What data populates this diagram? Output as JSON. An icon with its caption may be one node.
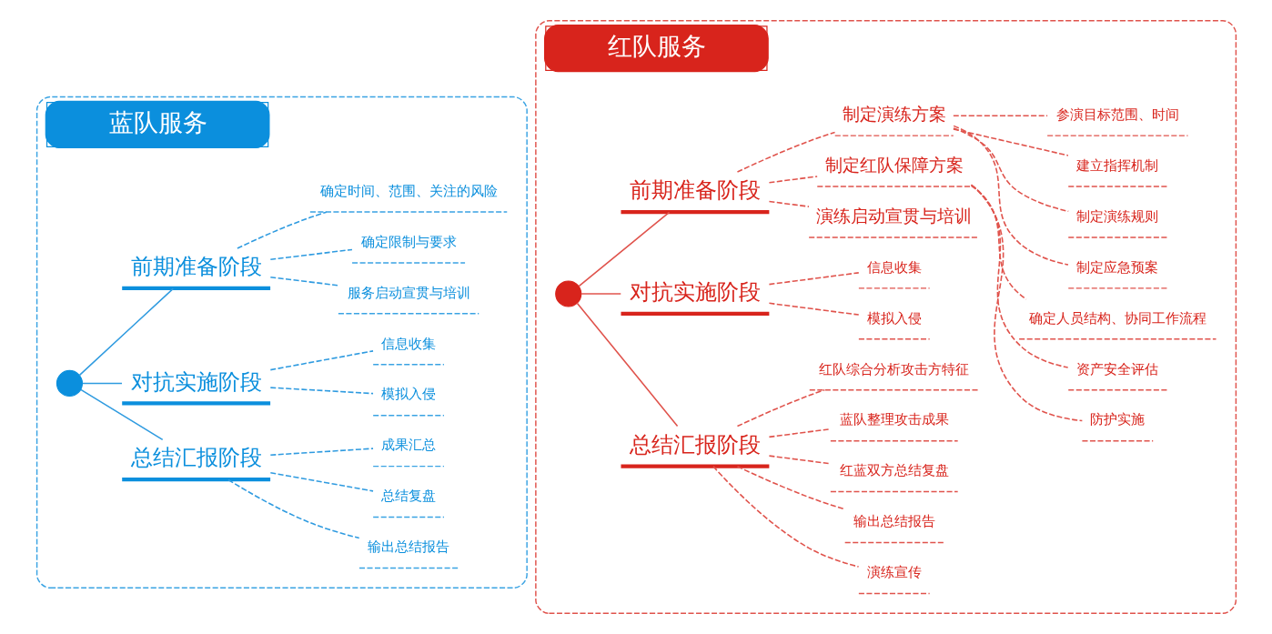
{
  "diagram": {
    "nodes": [
      {
        "text": [
          "蓝队服务"
        ]
      },
      {
        "text": [],
        "shape": "circle",
        "in": 0
      },
      {
        "text": [
          "前期准备阶段"
        ],
        "in": 0
      },
      {
        "text": [
          "确定时间、范围、关注的风险"
        ],
        "in": 0
      },
      {
        "text": [
          "确定限制与要求"
        ],
        "in": 0
      },
      {
        "text": [
          "服务启动宣贯与培训"
        ],
        "in": 0
      },
      {
        "text": [
          "对抗实施阶段"
        ],
        "in": 0
      },
      {
        "text": [
          "信息收集"
        ],
        "in": 0
      },
      {
        "text": [
          "模拟入侵"
        ],
        "in": 0
      },
      {
        "text": [
          "总结汇报阶段"
        ],
        "in": 0
      },
      {
        "text": [
          "成果汇总"
        ],
        "in": 0
      },
      {
        "text": [
          "总结复盘"
        ],
        "in": 0
      },
      {
        "text": [
          "输出总结报告"
        ],
        "in": 0
      },
      {
        "text": [
          "红队服务"
        ]
      },
      {
        "text": [],
        "shape": "circle",
        "in": 13
      },
      {
        "text": [
          "前期准备阶段"
        ],
        "in": 13
      },
      {
        "text": [
          "制定演练方案"
        ],
        "in": 13
      },
      {
        "text": [
          "参演目标范围、时间"
        ],
        "in": 13
      },
      {
        "text": [
          "建立指挥机制"
        ],
        "in": 13
      },
      {
        "text": [
          "制定演练规则"
        ],
        "in": 13
      },
      {
        "text": [
          "制定应急预案"
        ],
        "in": 13
      },
      {
        "text": [
          "制定红队保障方案"
        ],
        "in": 13
      },
      {
        "text": [
          "确定人员结构、协同工作流程"
        ],
        "in": 13
      },
      {
        "text": [
          "资产安全评估"
        ],
        "in": 13
      },
      {
        "text": [
          "防护实施"
        ],
        "in": 13
      },
      {
        "text": [
          "演练启动宣贯与培训"
        ],
        "in": 13
      },
      {
        "text": [
          "对抗实施阶段"
        ],
        "in": 13
      },
      {
        "text": [
          "信息收集"
        ],
        "in": 13
      },
      {
        "text": [
          "模拟入侵"
        ],
        "in": 13
      },
      {
        "text": [
          "总结汇报阶段"
        ],
        "in": 13
      },
      {
        "text": [
          "红队综合分析攻击方特征"
        ],
        "in": 13
      },
      {
        "text": [
          "蓝队整理攻击成果"
        ],
        "in": 13
      },
      {
        "text": [
          "红蓝双方总结复盘"
        ],
        "in": 13
      },
      {
        "text": [
          "输出总结报告"
        ],
        "in": 13
      },
      {
        "text": [
          "演练宣传"
        ],
        "in": 13
      }
    ],
    "edges": [
      {
        "from": 1,
        "to": 2,
        "arrow": "none",
        "color": "#2f9be0"
      },
      {
        "from": 2,
        "to": 3,
        "arrow": "none",
        "style": "dashed",
        "color": "#2f9be0"
      },
      {
        "from": 2,
        "to": 4,
        "arrow": "none",
        "style": "dashed",
        "color": "#2f9be0"
      },
      {
        "from": 2,
        "to": 5,
        "arrow": "none",
        "style": "dashed",
        "color": "#2f9be0"
      },
      {
        "from": 1,
        "to": 6,
        "arrow": "none",
        "color": "#2f9be0"
      },
      {
        "from": 6,
        "to": 7,
        "arrow": "none",
        "style": "dashed",
        "color": "#2f9be0"
      },
      {
        "from": 6,
        "to": 8,
        "arrow": "none",
        "style": "dashed",
        "color": "#2f9be0"
      },
      {
        "from": 1,
        "to": 9,
        "arrow": "none",
        "color": "#2f9be0"
      },
      {
        "from": 9,
        "to": 10,
        "arrow": "none",
        "style": "dashed",
        "color": "#2f9be0"
      },
      {
        "from": 9,
        "to": 11,
        "arrow": "none",
        "style": "dashed",
        "color": "#2f9be0"
      },
      {
        "from": 9,
        "to": 12,
        "arrow": "none",
        "style": "dashed",
        "color": "#2f9be0"
      },
      {
        "from": 14,
        "to": 15,
        "arrow": "none"
      },
      {
        "from": 15,
        "to": 16,
        "arrow": "none",
        "style": "dashed"
      },
      {
        "from": 16,
        "to": 17,
        "arrow": "none",
        "style": "dashed"
      },
      {
        "from": 16,
        "to": 18,
        "arrow": "none",
        "style": "dashed"
      },
      {
        "from": 16,
        "to": 19,
        "arrow": "none",
        "style": "dashed"
      },
      {
        "from": 16,
        "to": 20,
        "arrow": "none",
        "style": "dashed"
      },
      {
        "from": 15,
        "to": 21,
        "arrow": "none",
        "style": "dashed"
      },
      {
        "from": 21,
        "to": 22,
        "arrow": "none",
        "style": "dashed"
      },
      {
        "from": 21,
        "to": 23,
        "arrow": "none",
        "style": "dashed"
      },
      {
        "from": 21,
        "to": 24,
        "arrow": "none",
        "style": "dashed"
      },
      {
        "from": 15,
        "to": 25,
        "arrow": "none",
        "style": "dashed"
      },
      {
        "from": 14,
        "to": 26,
        "arrow": "none"
      },
      {
        "from": 26,
        "to": 27,
        "arrow": "none",
        "style": "dashed"
      },
      {
        "from": 26,
        "to": 28,
        "arrow": "none",
        "style": "dashed"
      },
      {
        "from": 14,
        "to": 29,
        "arrow": "none"
      },
      {
        "from": 29,
        "to": 30,
        "arrow": "none",
        "style": "dashed"
      },
      {
        "from": 29,
        "to": 31,
        "arrow": "none",
        "style": "dashed"
      },
      {
        "from": 29,
        "to": 32,
        "arrow": "none",
        "style": "dashed"
      },
      {
        "from": 29,
        "to": 33,
        "arrow": "none",
        "style": "dashed"
      },
      {
        "from": 29,
        "to": 34,
        "arrow": "none",
        "style": "dashed"
      }
    ]
  }
}
